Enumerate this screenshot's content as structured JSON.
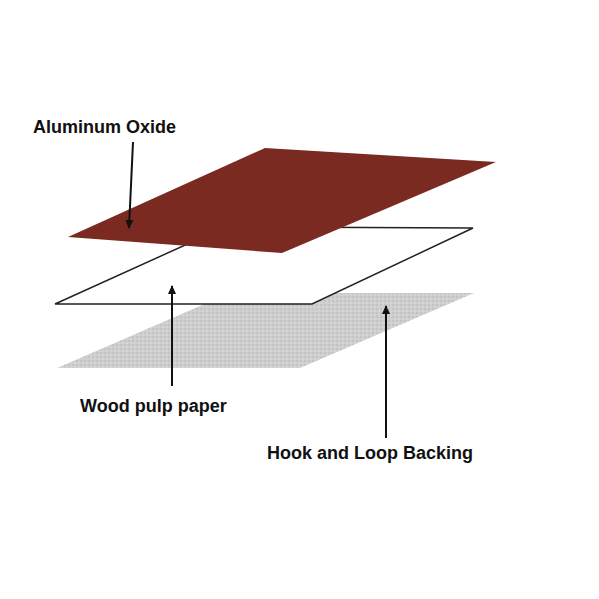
{
  "diagram": {
    "labels": [
      "Aluminum Oxide",
      "Wood pulp paper",
      "Hook and Loop Backing"
    ]
  }
}
